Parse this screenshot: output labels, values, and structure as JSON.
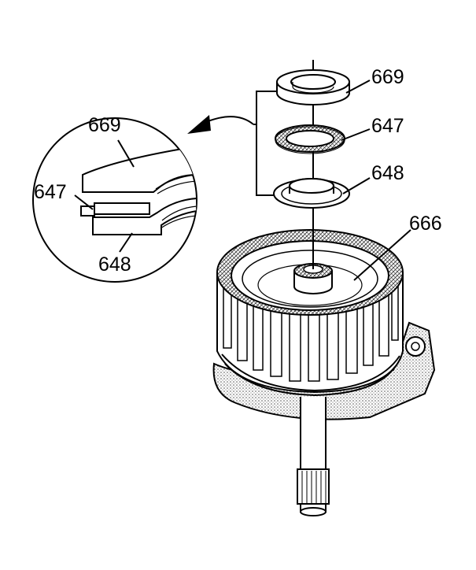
{
  "callouts": {
    "detail_669": "669",
    "detail_647": "647",
    "detail_648": "648",
    "main_669": "669",
    "main_647": "647",
    "main_648": "648",
    "main_666": "666"
  },
  "icons": {
    "arrow": "curved-arrow-icon"
  },
  "colors": {
    "ink": "#000000",
    "background": "#ffffff",
    "stipple": "#9a9a9a"
  }
}
